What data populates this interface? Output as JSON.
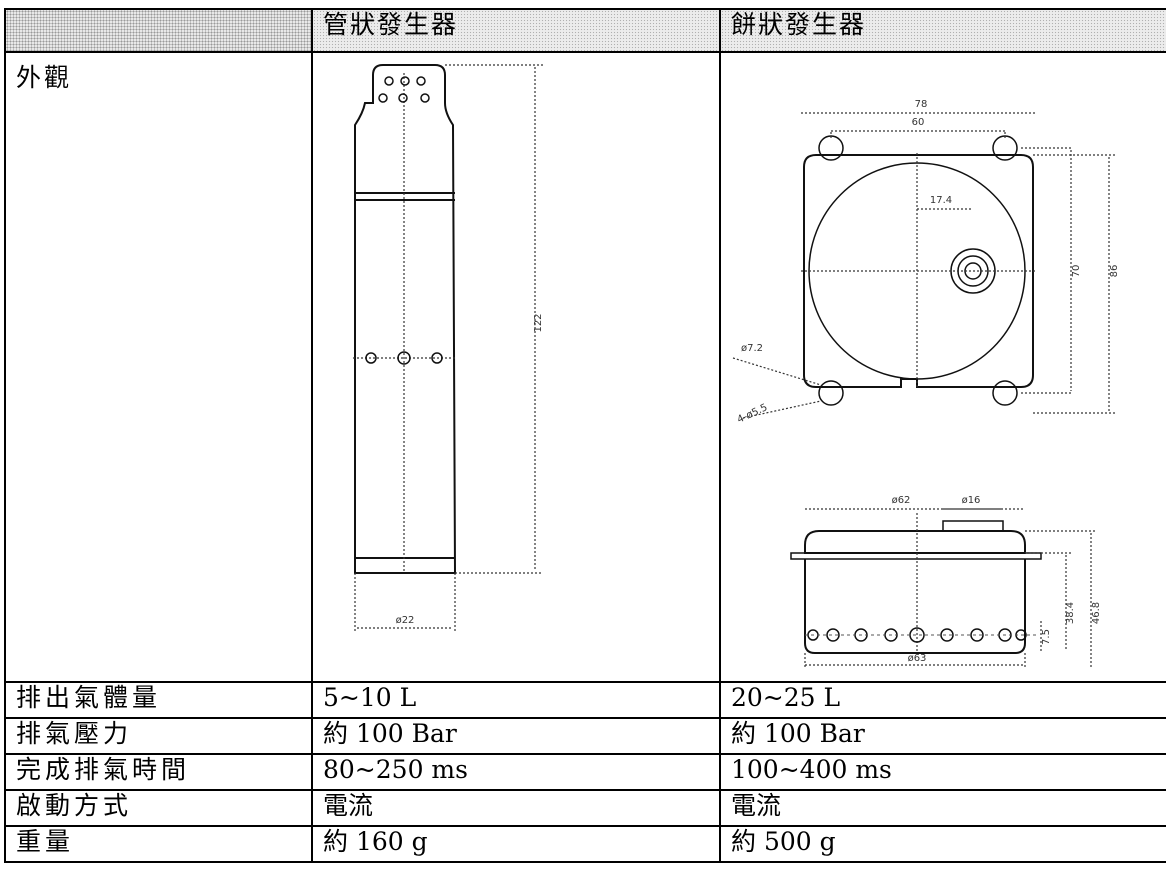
{
  "table": {
    "header": {
      "col1": "",
      "col2": "管狀發生器",
      "col3": "餅狀發生器"
    },
    "appearance": {
      "label": "外觀"
    },
    "rows": [
      {
        "label": "排出氣體量",
        "tube": "5~10 L",
        "cake": "20~25 L"
      },
      {
        "label": "排氣壓力",
        "tube": "約 100 Bar",
        "cake": "約 100 Bar"
      },
      {
        "label": "完成排氣時間",
        "tube": "80~250 ms",
        "cake": "100~400 ms"
      },
      {
        "label": "啟動方式",
        "tube": "電流",
        "cake": "電流"
      },
      {
        "label": "重量",
        "tube": "約 160 g",
        "cake": "約 500 g"
      }
    ]
  },
  "drawings": {
    "tube": {
      "length": "122",
      "diameter": "ø22"
    },
    "cake_top": {
      "width_outer": "78",
      "width_inner": "60",
      "offset": "17.4",
      "height_inner": "70",
      "height_outer": "86",
      "hole_dia": "ø7.2",
      "bolt_circle": "4-ø5.5"
    },
    "cake_side": {
      "dia_top": "ø62",
      "dia_boss": "ø16",
      "h1": "7.5",
      "h2": "38.4",
      "h3": "46.8",
      "dia_base": "ø63"
    }
  }
}
